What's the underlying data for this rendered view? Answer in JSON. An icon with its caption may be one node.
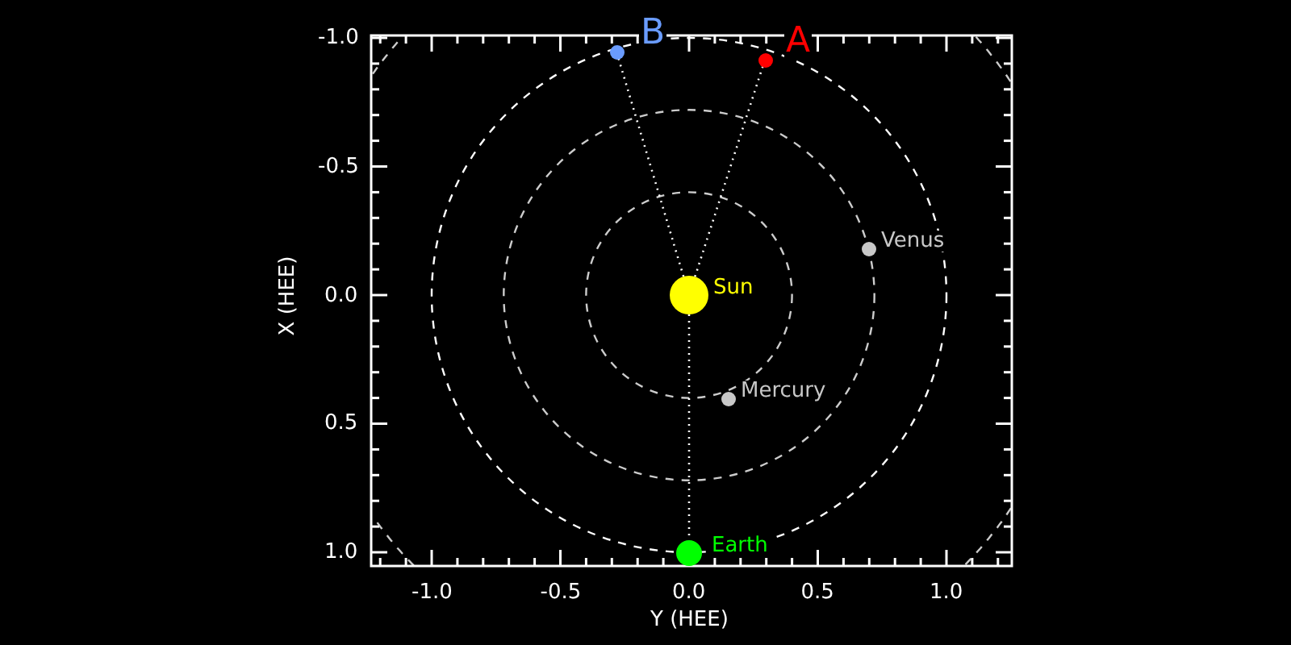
{
  "diagram": {
    "nodes": [
      {
        "text": [
          "B"
        ]
      },
      {
        "text": [
          "A"
        ]
      },
      {
        "text": [
          "Venus"
        ]
      },
      {
        "text": [
          "Sun"
        ]
      },
      {
        "text": [
          "Mercury"
        ]
      },
      {
        "text": [
          "Earth"
        ]
      }
    ],
    "edges": [
      {
        "from": 3,
        "to": 0,
        "arrow": "none",
        "style": "dashed"
      },
      {
        "from": 3,
        "to": 1,
        "arrow": "none",
        "style": "dashed"
      },
      {
        "from": 3,
        "to": 5,
        "arrow": "none",
        "style": "dashed"
      }
    ],
    "labels": [
      "-1.0",
      "-0.5",
      "0.0",
      "0.5",
      "1.0",
      "X (HEE)",
      "-1.0",
      "-0.5",
      "0.0",
      "0.5",
      "1.0",
      "Y (HEE)"
    ]
  }
}
